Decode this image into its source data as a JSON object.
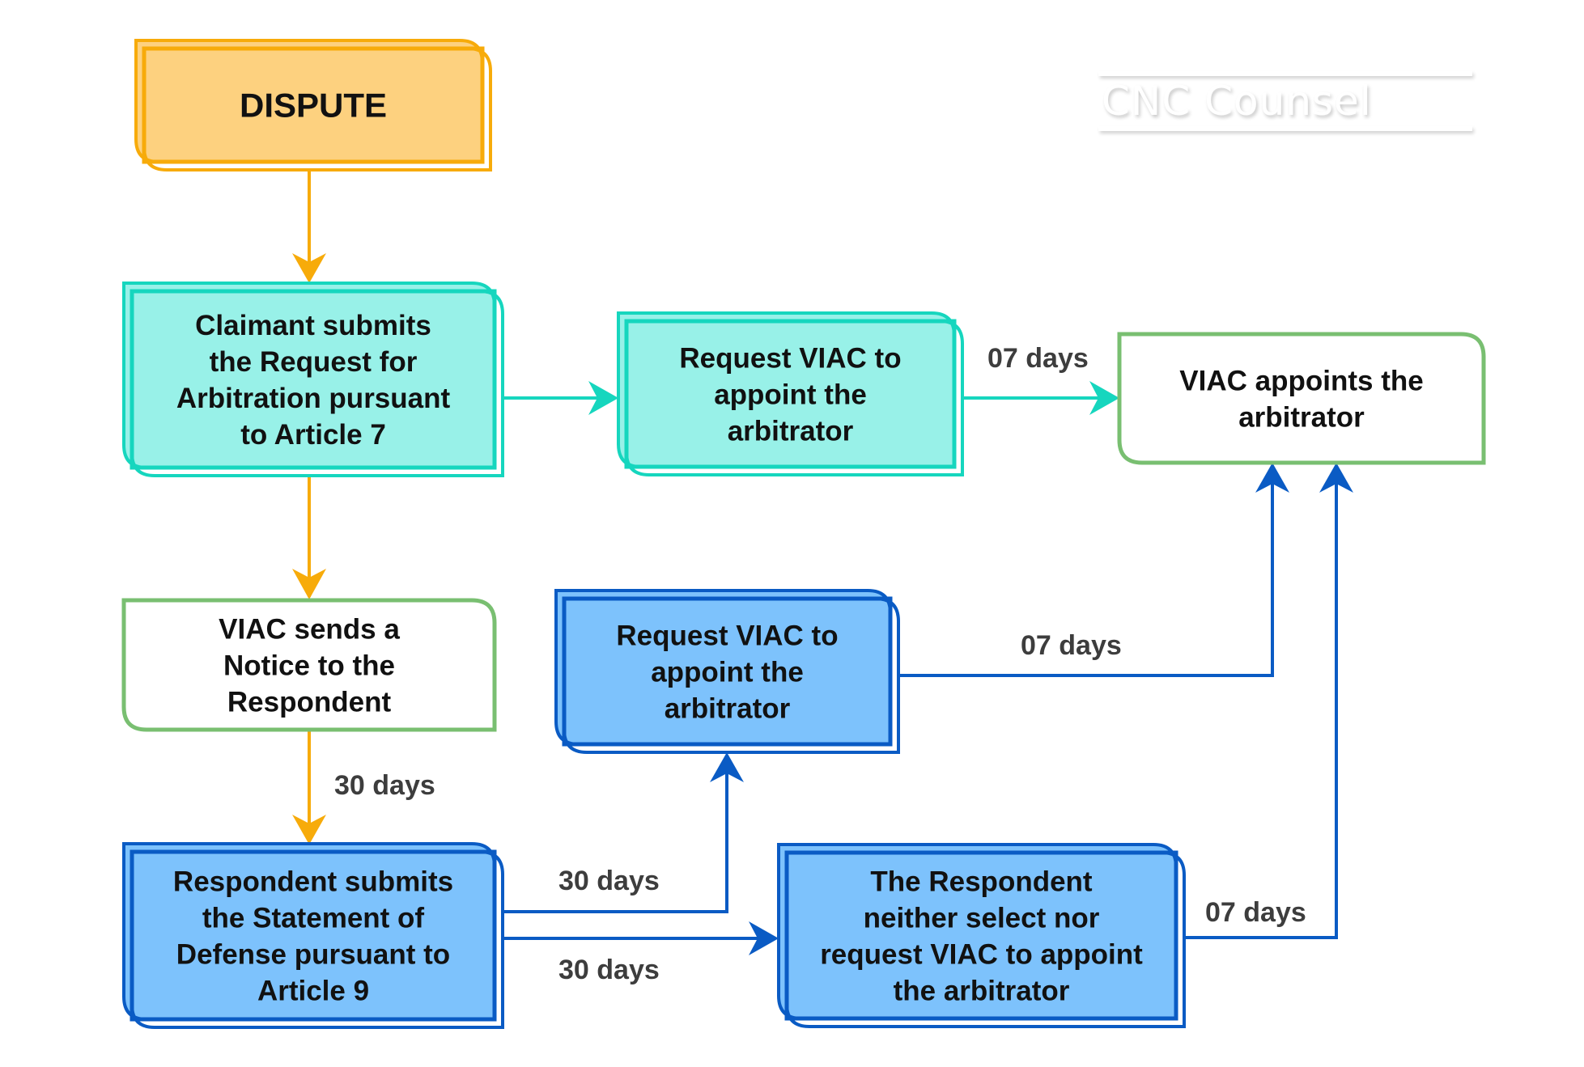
{
  "watermark": "CNC Counsel",
  "colors": {
    "orange": "#F7AB0A",
    "orange_fill": "#FDD17F",
    "teal": "#16D6BE",
    "teal_fill": "#98F1E8",
    "green": "#79BF71",
    "blue": "#0A5BC4",
    "blue_fill": "#7DC2FC",
    "label": "#3D3D3D"
  },
  "nodes": {
    "dispute": {
      "lines": [
        "DISPUTE"
      ]
    },
    "claimant": {
      "lines": [
        "Claimant submits",
        "the Request for",
        "Arbitration pursuant",
        "to Article 7"
      ]
    },
    "request_claimant": {
      "lines": [
        "Request VIAC to",
        "appoint the",
        "arbitrator"
      ]
    },
    "viac_appoints": {
      "lines": [
        "VIAC appoints the",
        "arbitrator"
      ]
    },
    "viac_notice": {
      "lines": [
        "VIAC sends a",
        "Notice to the",
        "Respondent"
      ]
    },
    "request_respondent": {
      "lines": [
        "Request VIAC to",
        "appoint the",
        "arbitrator"
      ]
    },
    "respondent_defense": {
      "lines": [
        "Respondent submits",
        "the Statement of",
        "Defense pursuant to",
        "Article 9"
      ]
    },
    "respondent_neither": {
      "lines": [
        "The Respondent",
        "neither select nor",
        "request VIAC to appoint",
        "the arbitrator"
      ]
    }
  },
  "edges": {
    "dispute_to_claimant": {
      "label": ""
    },
    "claimant_to_request": {
      "label": ""
    },
    "request_to_appoint": {
      "label": "07 days"
    },
    "claimant_to_notice": {
      "label": ""
    },
    "notice_to_defense": {
      "label": "30 days"
    },
    "defense_to_request": {
      "label": "30 days"
    },
    "defense_to_neither": {
      "label": "30 days"
    },
    "resp_request_to_appoint": {
      "label": "07 days"
    },
    "neither_to_appoint": {
      "label": "07 days"
    }
  }
}
